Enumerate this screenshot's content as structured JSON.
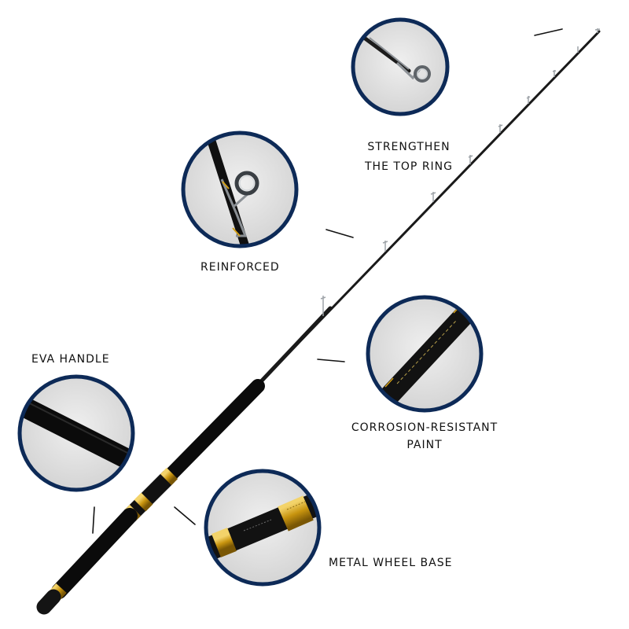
{
  "callouts": {
    "top_ring": {
      "line1": "STRENGTHEN",
      "line2": "THE TOP RING"
    },
    "guide": {
      "text": "REINFORCED"
    },
    "handle": {
      "text": "EVA HANDLE"
    },
    "paint": {
      "line1": "CORROSION-RESISTANT",
      "line2": "PAINT"
    },
    "reel_seat": {
      "text": "METAL WHEEL BASE"
    }
  },
  "colors": {
    "ring_border": "#0d2a57",
    "detail_background": "#e3e3e3",
    "rod_blank": "#1a1a1a",
    "handle_foam": "#0b0b0b",
    "gold_trim": "#d4a017",
    "guide_metal": "#9ea3a8"
  }
}
